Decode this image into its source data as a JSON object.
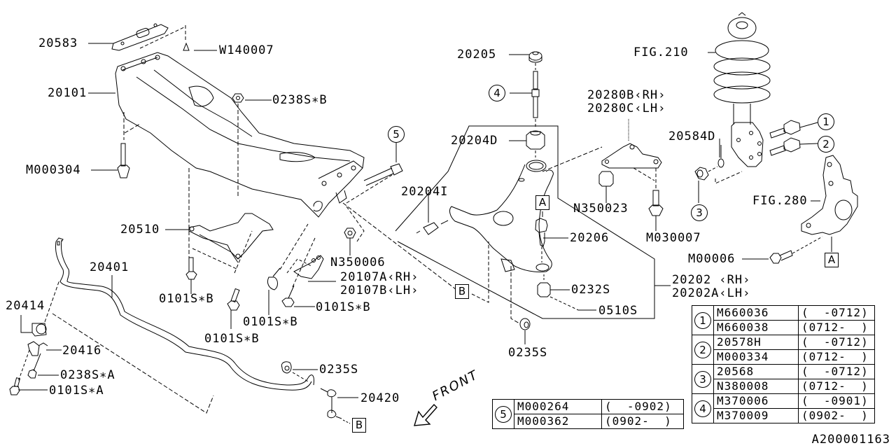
{
  "diagram": {
    "title": "Front suspension crossmember / stabilizer / transverse link exploded parts diagram",
    "document_id": "A200001163",
    "front_indicator": "FRONT"
  },
  "callouts": {
    "p20583": "20583",
    "w140007": "W140007",
    "p20101": "20101",
    "p0238s_b": "0238S∗B",
    "m000304": "M000304",
    "p20205": "20205",
    "p20204d": "20204D",
    "p20204i": "20204I",
    "p20280b": "20280B‹RH›",
    "p20280c": "20280C‹LH›",
    "n350023": "N350023",
    "m030007": "M030007",
    "fig210": "FIG.210",
    "p20584d": "20584D",
    "fig280": "FIG.280",
    "m00006": "M00006",
    "p20206": "20206",
    "p20510": "20510",
    "n350006": "N350006",
    "p20107a": "20107A‹RH›",
    "p20107b": "20107B‹LH›",
    "p0101s_b_1": "0101S∗B",
    "p0101s_b_2": "0101S∗B",
    "p0101s_b_3": "0101S∗B",
    "p0101s_b_4": "0101S∗B",
    "p20401": "20401",
    "p20414": "20414",
    "p20416": "20416",
    "p0238s_a": "0238S∗A",
    "p0101s_a": "0101S∗A",
    "p0235s_1": "0235S",
    "p0235s_2": "0235S",
    "p20420": "20420",
    "p0232s": "0232S",
    "p0510s": "0510S",
    "p20202": "20202 ‹RH›",
    "p20202a": "20202A‹LH›"
  },
  "ref_markers": {
    "circle_1": "1",
    "circle_2": "2",
    "circle_3": "3",
    "circle_4": "4",
    "circle_5": "5",
    "box_a_1": "A",
    "box_a_2": "A",
    "box_b_1": "B",
    "box_b_2": "B"
  },
  "reference_table_main": [
    {
      "ref": "1",
      "rows": [
        {
          "part": "M660036",
          "range": "(  -0712)"
        },
        {
          "part": "M660038",
          "range": "(0712-  )"
        }
      ]
    },
    {
      "ref": "2",
      "rows": [
        {
          "part": "20578H",
          "range": "(  -0712)"
        },
        {
          "part": "M000334",
          "range": "(0712-  )"
        }
      ]
    },
    {
      "ref": "3",
      "rows": [
        {
          "part": "20568",
          "range": "(  -0712)"
        },
        {
          "part": "N380008",
          "range": "(0712-  )"
        }
      ]
    },
    {
      "ref": "4",
      "rows": [
        {
          "part": "M370006",
          "range": "(  -0901)"
        },
        {
          "part": "M370009",
          "range": "(0902-  )"
        }
      ]
    }
  ],
  "reference_table_5": [
    {
      "ref": "5",
      "rows": [
        {
          "part": "M000264",
          "range": "(  -0902)"
        },
        {
          "part": "M000362",
          "range": "(0902-  )"
        }
      ]
    }
  ]
}
